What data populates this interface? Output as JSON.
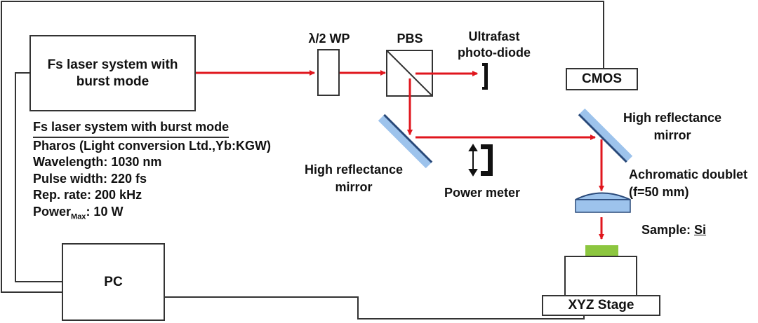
{
  "colors": {
    "beam": "#e0161d",
    "wire": "#333333",
    "mirror_fill": "#9dc3ec",
    "mirror_edge": "#2a4a7a",
    "lens_fill": "#9dc3ec",
    "sample": "#8cc63f",
    "detector": "#111111"
  },
  "components": {
    "laser_box": "Fs laser system with burst mode",
    "half_wave_plate": "λ/2 WP",
    "pbs": "PBS",
    "photodiode": "Ultrafast photo-diode",
    "cmos": "CMOS",
    "mirror_1": "High reflectance mirror",
    "mirror_2": "High reflectance mirror",
    "power_meter": "Power meter",
    "lens": "Achromatic doublet (f=50 mm)",
    "sample_prefix": "Sample: ",
    "sample_material": "Si",
    "stage": "XYZ Stage",
    "pc": "PC"
  },
  "specs": {
    "title": "Fs laser system with burst mode",
    "model": "Pharos (Light conversion Ltd.,Yb:KGW)",
    "wavelength": "Wavelength: 1030 nm",
    "pulse_width": "Pulse width: 220 fs",
    "rep_rate": "Rep. rate: 200 kHz",
    "power_label": "Power",
    "power_sub": "Max",
    "power_value": ": 10 W"
  }
}
